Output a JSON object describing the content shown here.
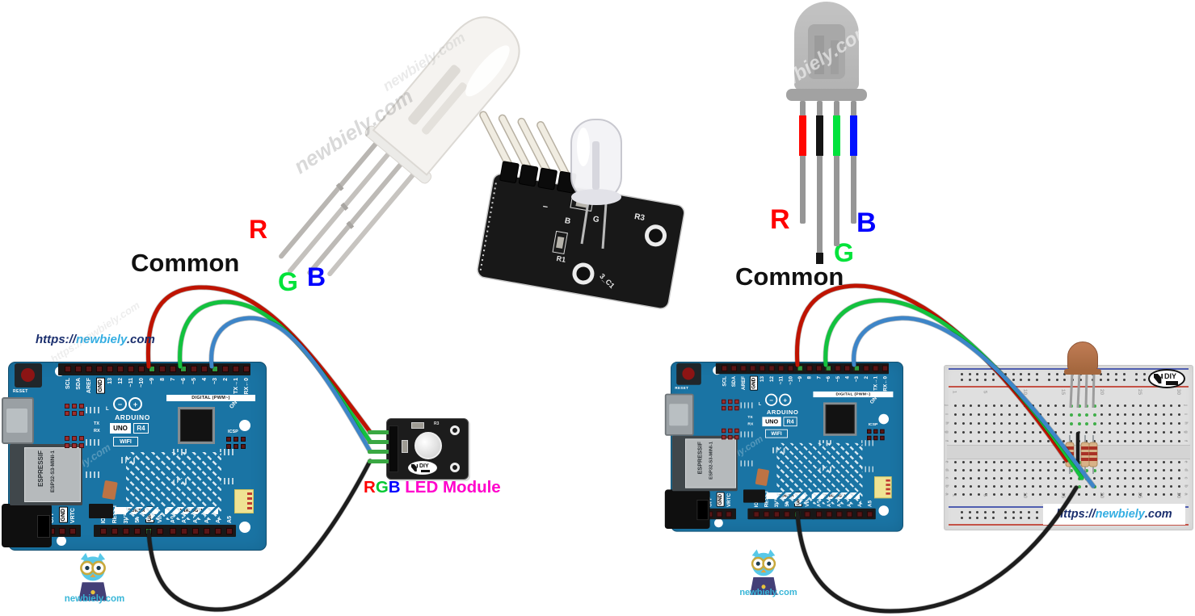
{
  "branding": {
    "url_prefix": "https://",
    "url_name": "newbiely",
    "url_suffix": ".com",
    "owl_caption": "newbiely.com",
    "watermark_site": "newbiely.com",
    "watermark_url": "https://newbiely.com",
    "url_dark_color": "#1b2f6e",
    "url_cyan_color": "#35aee2"
  },
  "left_pinout": {
    "labels": [
      {
        "text": "R",
        "color": "#ff0000"
      },
      {
        "text": "Common",
        "color": "#111111"
      },
      {
        "text": "G",
        "color": "#00e33a"
      },
      {
        "text": "B",
        "color": "#0000ff"
      }
    ]
  },
  "right_pinout": {
    "labels": [
      {
        "text": "R",
        "color": "#ff0000"
      },
      {
        "text": "B",
        "color": "#0000ff"
      },
      {
        "text": "G",
        "color": "#00e33a"
      },
      {
        "text": "Common",
        "color": "#111111"
      }
    ],
    "band_colors": [
      "#ff0600",
      "#141414",
      "#00e23c",
      "#0012ff"
    ]
  },
  "module_caption": {
    "parts": [
      {
        "text": "R",
        "color": "#ff0000"
      },
      {
        "text": "G",
        "color": "#00c832"
      },
      {
        "text": "B",
        "color": "#0000ff"
      },
      {
        "text": " LED Module",
        "color": "#ff00cc"
      }
    ]
  },
  "led_module": {
    "silkscreen_r3": "R3",
    "diy": "DIY"
  },
  "module_photo": {
    "silkscreen": [
      "−",
      "B",
      "G",
      "R1",
      "R3",
      "3_C1"
    ]
  },
  "arduino": {
    "brand": "ARDUINO",
    "logo_minus": "−",
    "logo_plus": "+",
    "model_uno": "UNO",
    "model_r4": "R4",
    "model_wifi": "WIFI",
    "reset_label": "RESET",
    "digital_label": "DIGITAL (PWM~)",
    "power_label": "POWER",
    "analog_label": "ANALOG IN",
    "icsp_label": "ICSP",
    "on_label": "ON",
    "tx_label": "TX",
    "rx_label": "RX",
    "l_label": "L",
    "esp_line1": "ESPRESSIF",
    "esp_line2": "ESP32-S3-MINI-1",
    "top_pins_left": [
      "SCL",
      "SDA",
      "AREF",
      "GND",
      "13",
      "12",
      "~11",
      "~10",
      "~9",
      "8"
    ],
    "top_pins_right": [
      "7",
      "~6",
      "~5",
      "4",
      "~3",
      "2",
      "TX→1",
      "RX←0"
    ],
    "bottom_pins_left": [
      "OFF",
      "GND",
      "VRTC"
    ],
    "bottom_pins_mid": [
      "IOREF",
      "RESET",
      "3V3",
      "5V",
      "GND",
      "VIN"
    ],
    "bottom_pins_right": [
      "A0",
      "A1",
      "A2",
      "A3",
      "A4",
      "A5"
    ]
  },
  "breadboard": {
    "column_numbers": [
      "1",
      "5",
      "10",
      "15",
      "20",
      "25",
      "30"
    ],
    "row_letters_top": [
      "j",
      "i",
      "h",
      "g",
      "f"
    ],
    "row_letters_bottom": [
      "e",
      "d",
      "c",
      "b",
      "a"
    ],
    "diy": "DIY"
  },
  "wiring": {
    "red": "#bf1300",
    "green": "#12c23e",
    "blue": "#3d85c8",
    "black": "#1d1d1d",
    "red_pin": "~9",
    "green_pin": "~6",
    "blue_pin": "~3",
    "ground_pin": "GND"
  }
}
